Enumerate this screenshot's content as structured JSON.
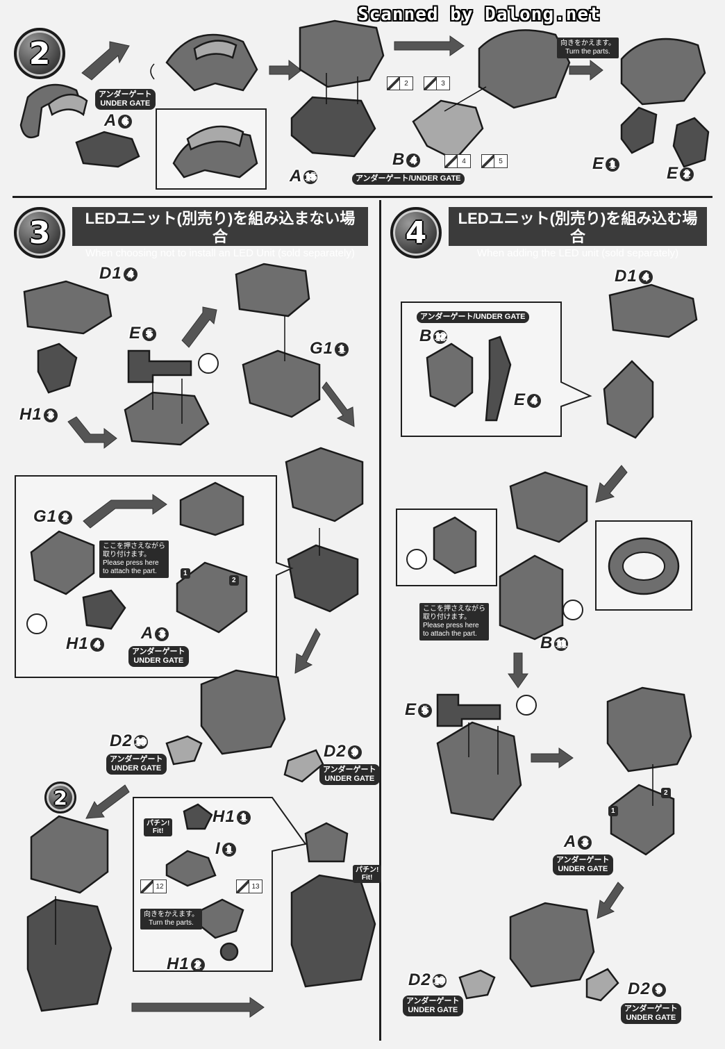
{
  "watermark": "Scanned by Dalong.net",
  "colors": {
    "part": "#6e6e6e",
    "label_box": "#3b3b3b",
    "background": "#f2f2f2"
  },
  "step2": {
    "number": "2",
    "turn_parts": {
      "jp": "向きをかえます。",
      "en": "Turn the parts."
    },
    "gate_label": {
      "jp": "アンダーゲート",
      "en": "UNDER GATE"
    },
    "gate_label_inline": "アンダーゲート/UNDER GATE",
    "parts": {
      "a6": {
        "letter": "A",
        "num": "6"
      },
      "a15": {
        "letter": "A",
        "num": "15"
      },
      "b4": {
        "letter": "B",
        "num": "4"
      },
      "e1": {
        "letter": "E",
        "num": "1"
      },
      "e2": {
        "letter": "E",
        "num": "2"
      }
    },
    "gate_chips": [
      "2",
      "3",
      "4",
      "5"
    ]
  },
  "step3": {
    "number": "3",
    "title_jp": "LEDユニット(別売り)を組み込まない場合",
    "title_en": "When choosing not to install an LED Unit (sold separately)",
    "press_note": {
      "jp1": "ここを押さえながら",
      "jp2": "取り付けます。",
      "en1": "Please press here",
      "en2": "to attach the part."
    },
    "gate_label": {
      "jp": "アンダーゲート",
      "en": "UNDER GATE"
    },
    "fit": {
      "jp": "パチン!",
      "en": "Fit!"
    },
    "turn_parts": {
      "jp": "向きをかえます。",
      "en": "Turn the parts."
    },
    "sub_step": "2",
    "markers": [
      "1",
      "2"
    ],
    "gate_chips": [
      "12",
      "13"
    ],
    "parts": {
      "d14": {
        "letter": "D1",
        "num": "4"
      },
      "e5": {
        "letter": "E",
        "num": "5"
      },
      "g11": {
        "letter": "G1",
        "num": "1"
      },
      "h13": {
        "letter": "H1",
        "num": "3"
      },
      "g12": {
        "letter": "G1",
        "num": "2"
      },
      "h14": {
        "letter": "H1",
        "num": "4"
      },
      "a3": {
        "letter": "A",
        "num": "3"
      },
      "d210": {
        "letter": "D2",
        "num": "10"
      },
      "d29": {
        "letter": "D2",
        "num": "9"
      },
      "h11": {
        "letter": "H1",
        "num": "1"
      },
      "i1": {
        "letter": "I",
        "num": "1"
      },
      "h12": {
        "letter": "H1",
        "num": "2"
      }
    }
  },
  "step4": {
    "number": "4",
    "title_jp": "LEDユニット(別売り)を組み込む場合",
    "title_en": "When adding the LED unit (sold separately)",
    "gate_label_inline": "アンダーゲート/UNDER GATE",
    "gate_label": {
      "jp": "アンダーゲート",
      "en": "UNDER GATE"
    },
    "press_note": {
      "jp1": "ここを押さえながら",
      "jp2": "取り付けます。",
      "en1": "Please press here",
      "en2": "to attach the part."
    },
    "markers": [
      "1",
      "2"
    ],
    "parts": {
      "d14": {
        "letter": "D1",
        "num": "4"
      },
      "b12": {
        "letter": "B",
        "num": "12"
      },
      "e4": {
        "letter": "E",
        "num": "4"
      },
      "b11": {
        "letter": "B",
        "num": "11"
      },
      "e5": {
        "letter": "E",
        "num": "5"
      },
      "a3": {
        "letter": "A",
        "num": "3"
      },
      "d210": {
        "letter": "D2",
        "num": "10"
      },
      "d29": {
        "letter": "D2",
        "num": "9"
      }
    }
  }
}
